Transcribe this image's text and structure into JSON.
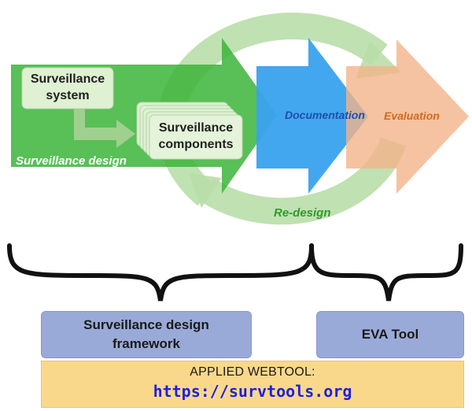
{
  "diagram": {
    "system_label": "Surveillance\nsystem",
    "components_label": "Surveillance\ncomponents",
    "design_label": "Surveillance design",
    "documentation_label": "Documentation",
    "evaluation_label": "Evaluation",
    "redesign_label": "Re-design"
  },
  "panels": {
    "framework_label": "Surveillance design\nframework",
    "eva_label": "EVA Tool",
    "webtool_title": "APPLIED WEBTOOL:",
    "webtool_url": "https://survtools.org"
  },
  "colors": {
    "green": "#3fb53a",
    "blue": "#3aa3ef",
    "orange": "#f2b38c",
    "cycle": "#b6dca6",
    "panel_blue": "#9aaad8",
    "panel_yellow": "#f9d88c",
    "url": "#1f1fe0"
  }
}
